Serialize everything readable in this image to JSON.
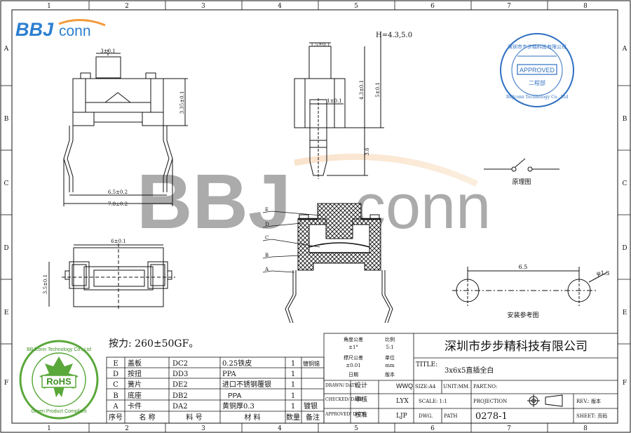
{
  "logo": {
    "text_left": "BBJ",
    "text_right": "conn"
  },
  "frame": {
    "columns": [
      "1",
      "2",
      "3",
      "4",
      "5",
      "6",
      "7",
      "8"
    ],
    "rows": [
      "A",
      "B",
      "C",
      "D",
      "E",
      "F"
    ]
  },
  "dimensions": {
    "top_width": "3±0.1",
    "body_height": "3.35±0.1",
    "pin_span": "6.5±0.2",
    "overall_width": "7.8±0.2",
    "plunger_width": "1.5±0.1",
    "h_spec": "H=4.3,5.0",
    "pin_thickness": "1±0.1",
    "h_4_3": "4.3±0.1",
    "h_5": "5±0.1",
    "pin_len": "3.6",
    "bottom_width": "6±0.1",
    "side_height": "3.5±0.1",
    "mount_span": "6.5",
    "hole_dia": "φ1.3"
  },
  "section_labels": [
    "E",
    "D",
    "C",
    "B",
    "A"
  ],
  "labels": {
    "schematic": "原理图",
    "install_ref": "安装参考图"
  },
  "force": "按力:  260±50GF。",
  "stamp": {
    "ring_text": "深圳市步步精科技有限公司",
    "ring_text_en": "BBJconn Technology Co., Ltd",
    "center": "APPROVED",
    "dept": "二程部"
  },
  "rohs": {
    "ring_text": "BBJconn Technology Co., Ltd",
    "bottom_text": "Green Product Compliant",
    "center": "RoHS"
  },
  "bom": {
    "rows": [
      {
        "seq": "E",
        "name": "盖板",
        "code": "DC2",
        "material": "0.25铁皮",
        "qty": "1",
        "note": "镀铜锡"
      },
      {
        "seq": "D",
        "name": "按扭",
        "code": "DD3",
        "material": "PPA",
        "qty": "1",
        "note": ""
      },
      {
        "seq": "C",
        "name": "簧片",
        "code": "DE2",
        "material": "进口不锈钢覆银",
        "qty": "1",
        "note": ""
      },
      {
        "seq": "B",
        "name": "底座",
        "code": "DB2",
        "material": "PPA",
        "qty": "1",
        "note": ""
      },
      {
        "seq": "A",
        "name": "卡件",
        "code": "DA2",
        "material": "黄铜厚0.3",
        "qty": "1",
        "note": "镀银"
      }
    ],
    "header": {
      "seq": "序号",
      "name": "名  称",
      "code": "料  号",
      "material": "材  料",
      "qty": "数量",
      "note": "备注"
    }
  },
  "title_block": {
    "angle_tol_label": "角度公差",
    "angle_tol": "±1°",
    "scale_label": "比例",
    "scale": "5:1",
    "dim_tol_label": "標尺公差",
    "dim_tol": "±0.01",
    "unit_label": "单位",
    "unit": "mm",
    "date_label": "日期",
    "version_label": "版本",
    "company": "深圳市步步精科技有限公司",
    "title_label": "TITLE:",
    "title": "3x6x5直插全白",
    "drawn_label": "DRAWN/ DATE",
    "drawn_cn": "设计",
    "drawn_by": "WWQ",
    "checked_label": "CHECKED/ DATE",
    "checked_cn": "审核",
    "checked_by": "LYX",
    "approved_label": "APPROVED/ DATE",
    "approved_cn": "核准",
    "approved_by": "LJP",
    "size": "SIZE:A4",
    "unit_mm": "UNIT:MM.",
    "part_no": "PART.NO:",
    "scale_field": "SCALE: 1:1",
    "projection": "PROJECTION",
    "rev": "REV.:  版本",
    "dwg": "DWG.",
    "path": "PATH",
    "dwg_no": "0278-1",
    "sheet": "SHEET:  页码"
  }
}
